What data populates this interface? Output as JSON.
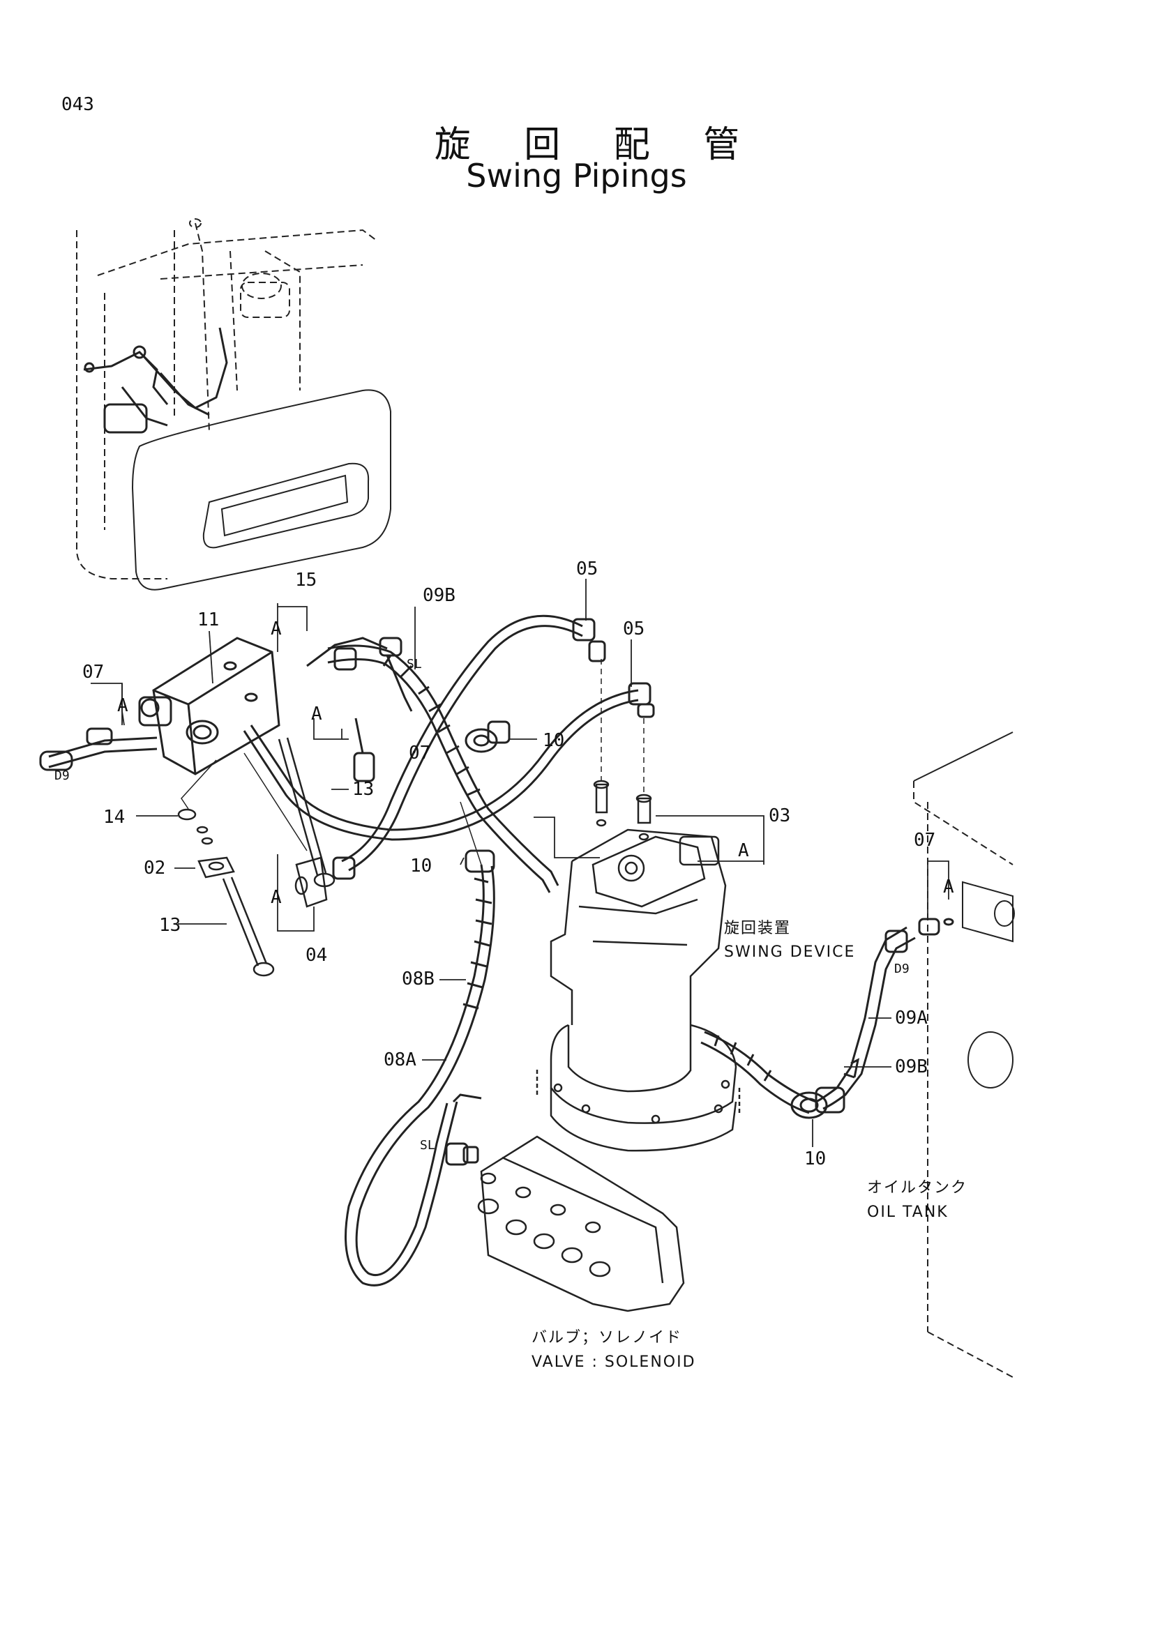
{
  "page_number": "043",
  "title_jp": "旋 回 配 管",
  "title_en": "Swing Pipings",
  "callouts": {
    "c15": "15",
    "c11": "11",
    "c07a": "07",
    "c07b": "07",
    "c07c": "07",
    "c09b_top": "09B",
    "c05a": "05",
    "c05b": "05",
    "c10a": "10",
    "c10b": "10",
    "c10c": "10",
    "c13a": "13",
    "c13b": "13",
    "c14": "14",
    "c02": "02",
    "c04": "04",
    "c03": "03",
    "c08b": "08B",
    "c08a": "08A",
    "c09a": "09A",
    "c09b_right": "09B",
    "A1": "A",
    "A2": "A",
    "A3": "A",
    "A4": "A",
    "A5": "A",
    "A6": "A",
    "sl1": "SL",
    "sl2": "SL",
    "d9a": "D9",
    "d9b": "D9"
  },
  "captions": {
    "swing_device_jp": "旋回装置",
    "swing_device_en": "SWING DEVICE",
    "oil_tank_jp": "オイルタンク",
    "oil_tank_en": "OIL TANK",
    "valve_jp": "バルブ；ソレノイド",
    "valve_en": "VALVE : SOLENOID"
  }
}
